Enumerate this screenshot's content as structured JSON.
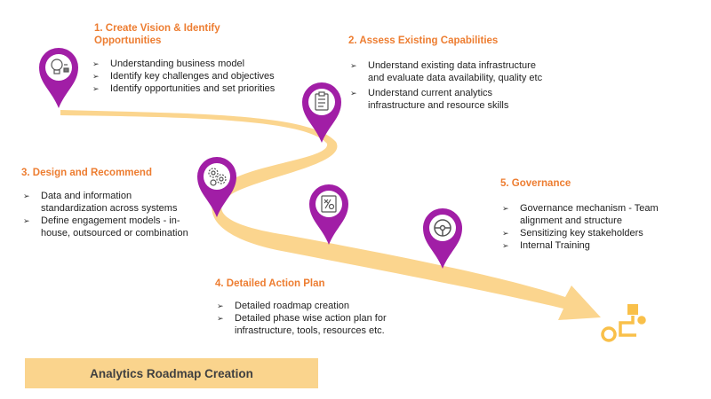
{
  "diagram_title": "Analytics Roadmap Creation",
  "colors": {
    "road": "#fbd58e",
    "pin": "#a11ea6",
    "heading": "#ed7d31",
    "banner": "#fad48d",
    "goal_icon": "#f9c04a"
  },
  "sections": [
    {
      "title": "1.  Create Vision & Identify\nOpportunities",
      "icon": "lightbulb-icon",
      "bullets": [
        "Understanding  business model",
        "Identify  key challenges  and objectives",
        "Identify  opportunities  and set priorities"
      ]
    },
    {
      "title": "2.  Assess Existing Capabilities",
      "icon": "clipboard-icon",
      "bullets": [
        "Understand existing data infrastructure\nand evaluate data availability,  quality etc",
        "Understand current analytics\ninfrastructure and resource skills"
      ]
    },
    {
      "title": "3.  Design and Recommend",
      "icon": "gears-icon",
      "bullets": [
        "Data and information\nstandardization  across systems",
        "Define engagement models - in-\nhouse,  outsourced or combination"
      ]
    },
    {
      "title": "4.  Detailed Action Plan",
      "icon": "strategy-board-icon",
      "bullets": [
        "Detailed  roadmap creation",
        "Detailed  phase wise action plan  for\ninfrastructure, tools, resources etc."
      ]
    },
    {
      "title": "5.  Governance",
      "icon": "steering-wheel-icon",
      "bullets": [
        "Governance mechanism  - Team\nalignment  and structure",
        "Sensitizing  key stakeholders",
        "Internal  Training"
      ]
    }
  ],
  "goal_icon": "roadmap-goal-icon"
}
